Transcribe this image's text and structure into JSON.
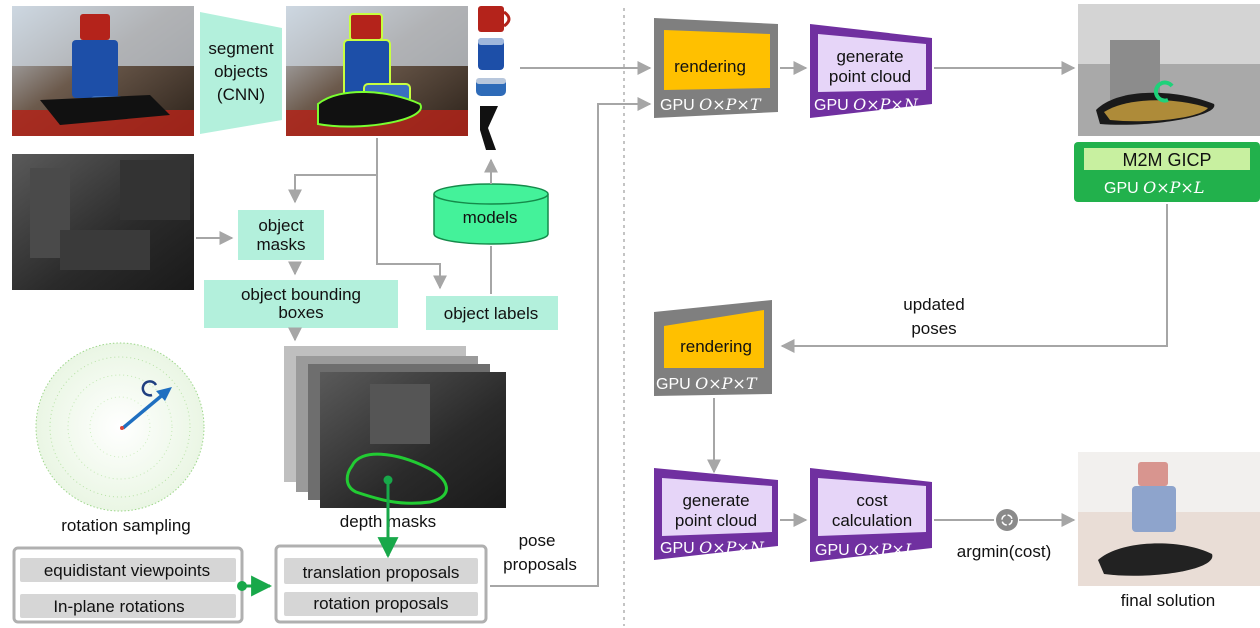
{
  "colors": {
    "mint": "#b3f0dc",
    "mint_dark": "#a7ead6",
    "db_green": "#44f29a",
    "gpu_gray": "#7f7f7f",
    "render_orange": "#ffc000",
    "gpu_purple": "#7030a0",
    "pc_lavender": "#e6d5f8",
    "gicp_green": "#22b14c",
    "gicp_light": "#c8f0a0",
    "arrow_gray": "#a6a6a6",
    "arrow_green": "#18a84a",
    "dots_green": "#7fcf6a",
    "axis_blue": "#1f6fc0"
  },
  "left": {
    "segment_label": [
      "segment",
      "objects",
      "(CNN)"
    ],
    "object_masks": [
      "object",
      "masks"
    ],
    "object_bboxes": [
      "object bounding",
      "boxes"
    ],
    "models": "models",
    "object_labels": "object labels",
    "depth_masks": "depth masks",
    "rotation_sampling": "rotation sampling",
    "equidistant_viewpoints": "equidistant viewpoints",
    "inplane_rotations": "In-plane rotations",
    "translation_proposals": "translation proposals",
    "rotation_proposals": "rotation proposals",
    "pose_proposals": [
      "pose",
      "proposals"
    ]
  },
  "right": {
    "rendering_1": "rendering",
    "gpu_1": "GPU",
    "gpu_1_math": "O×P×T",
    "gen_pc_1": [
      "generate",
      "point cloud"
    ],
    "gpu_2": "GPU",
    "gpu_2_math": "O×P×N",
    "m2m_gicp": "M2M GICP",
    "gpu_gicp": "GPU",
    "gpu_gicp_math": "O×P×L",
    "updated_poses": [
      "updated",
      "poses"
    ],
    "rendering_2": "rendering",
    "gpu_3": "GPU",
    "gpu_3_math": "O×P×T",
    "gen_pc_2": [
      "generate",
      "point cloud"
    ],
    "gpu_4": "GPU",
    "gpu_4_math": "O×P×N",
    "cost_calc": [
      "cost",
      "calculation"
    ],
    "gpu_5": "GPU",
    "gpu_5_math": "O×P×L",
    "argmin": "argmin(cost)",
    "final_solution": "final solution"
  }
}
